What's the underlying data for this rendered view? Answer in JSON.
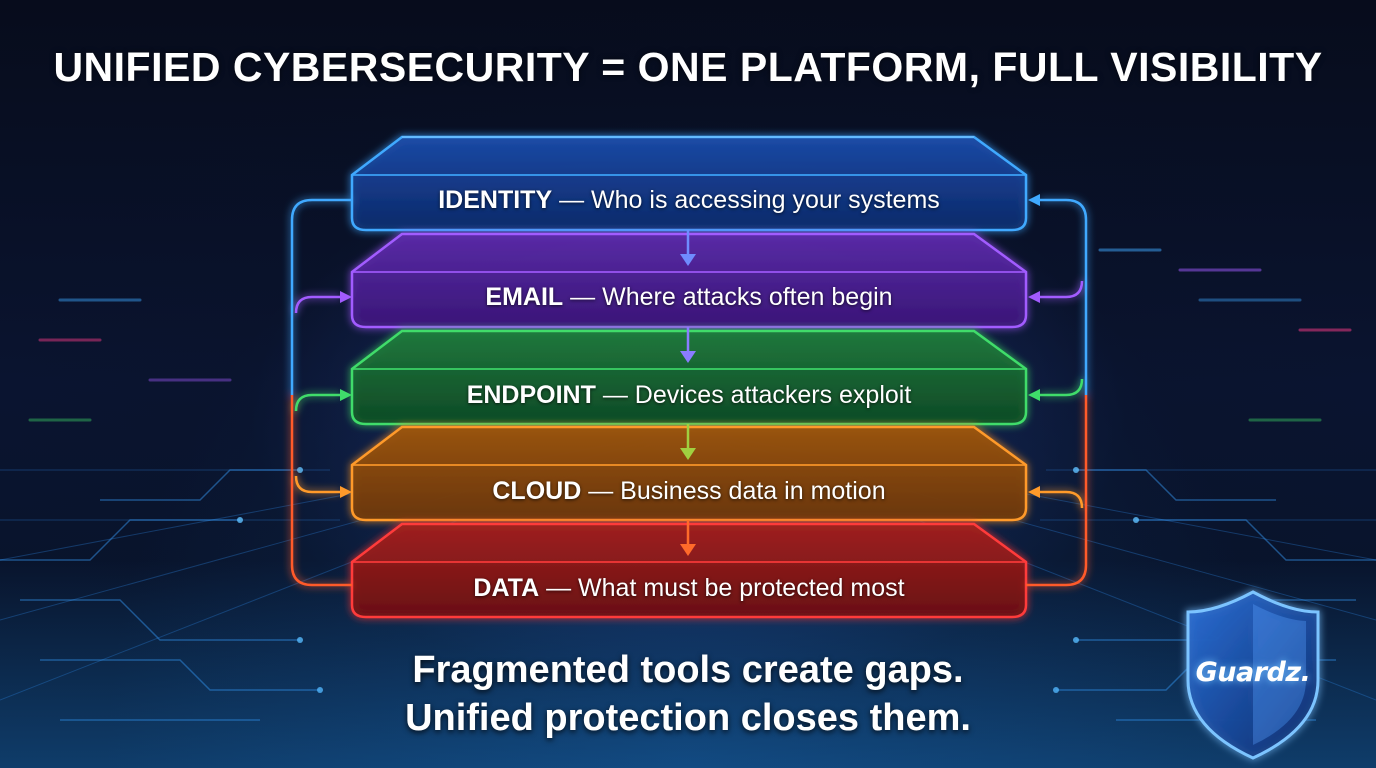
{
  "headline": "UNIFIED CYBERSECURITY = ONE PLATFORM, FULL VISIBILITY",
  "layers": [
    {
      "name": "IDENTITY",
      "separator": "—",
      "description": "Who is accessing your systems",
      "color": "#3fa9ff"
    },
    {
      "name": "EMAIL",
      "separator": "—",
      "description": "Where attacks often begin",
      "color": "#a25bff"
    },
    {
      "name": "ENDPOINT",
      "separator": "—",
      "description": "Devices attackers exploit",
      "color": "#3fdc6a"
    },
    {
      "name": "CLOUD",
      "separator": "—",
      "description": "Business data in motion",
      "color": "#ff9a2a"
    },
    {
      "name": "DATA",
      "separator": "—",
      "description": "What must be protected most",
      "color": "#ff3b3b"
    }
  ],
  "tagline": {
    "line1": "Fragmented tools create gaps.",
    "line2": "Unified protection closes them."
  },
  "logo": {
    "text": "Guardz."
  },
  "icons": {
    "shield": "shield-icon"
  }
}
